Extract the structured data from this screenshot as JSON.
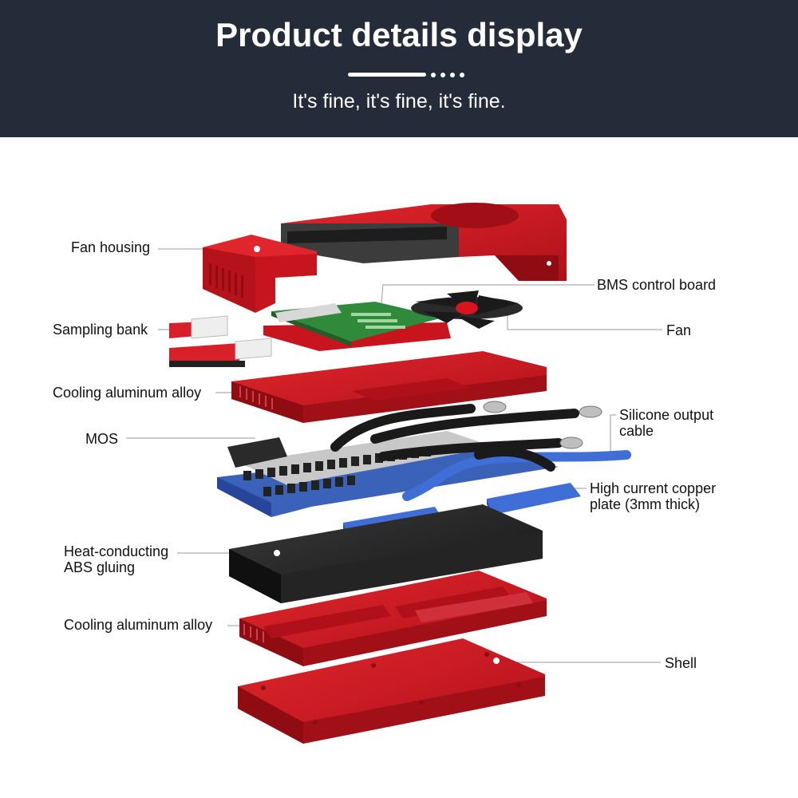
{
  "header": {
    "title": "Product details display",
    "subtitle": "It's fine, it's fine, it's fine."
  },
  "labels": {
    "fan_housing": "Fan housing",
    "bms_control_board": "BMS control board",
    "sampling_bank": "Sampling bank",
    "fan": "Fan",
    "cooling_alloy_top": "Cooling aluminum alloy",
    "silicone_cable_1": "Silicone output",
    "silicone_cable_2": "cable",
    "mos": "MOS",
    "copper_plate_1": "High current copper",
    "copper_plate_2": "plate (3mm thick)",
    "abs_gluing_1": "Heat-conducting",
    "abs_gluing_2": "ABS gluing",
    "cooling_alloy_bottom": "Cooling aluminum alloy",
    "shell": "Shell"
  },
  "colors": {
    "banner": "#232c38",
    "red": "#c8141c",
    "red_dark": "#8e0c12",
    "green_pcb": "#2f8a3c",
    "blue_pcb": "#3a62b8",
    "black": "#1e1e1e",
    "copper_blue": "#3f6fd6"
  }
}
